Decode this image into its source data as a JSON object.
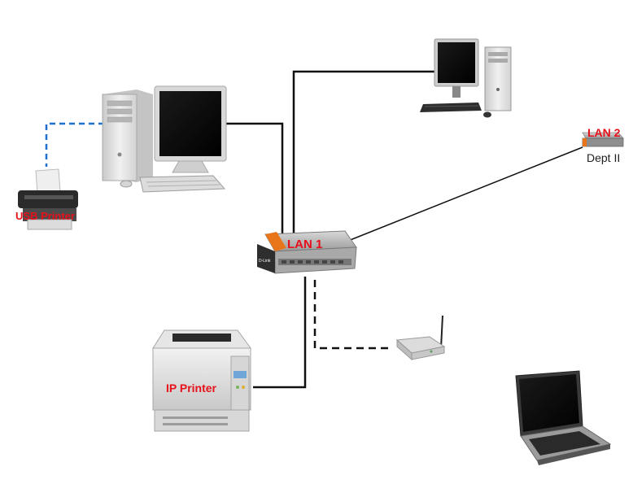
{
  "labels": {
    "usb_printer": "USB Printer",
    "lan1": "LAN 1",
    "lan2": "LAN 2",
    "dept2": "Dept II",
    "ip_printer": "IP Printer",
    "switch_brand": "D-Link"
  },
  "icons": {
    "desktop_main": "desktop-computer-icon",
    "desktop_top": "desktop-computer-icon",
    "usb_printer": "inkjet-printer-icon",
    "switch_lan1": "network-switch-icon",
    "switch_lan2": "network-switch-icon",
    "ip_printer": "laser-printer-icon",
    "wireless_ap": "wireless-access-point-icon",
    "laptop": "laptop-icon"
  },
  "colors": {
    "label_red": "#e8101a",
    "usb_link": "#1e6fd0",
    "wired_link": "#111111",
    "switch_accent": "#e8751a"
  }
}
